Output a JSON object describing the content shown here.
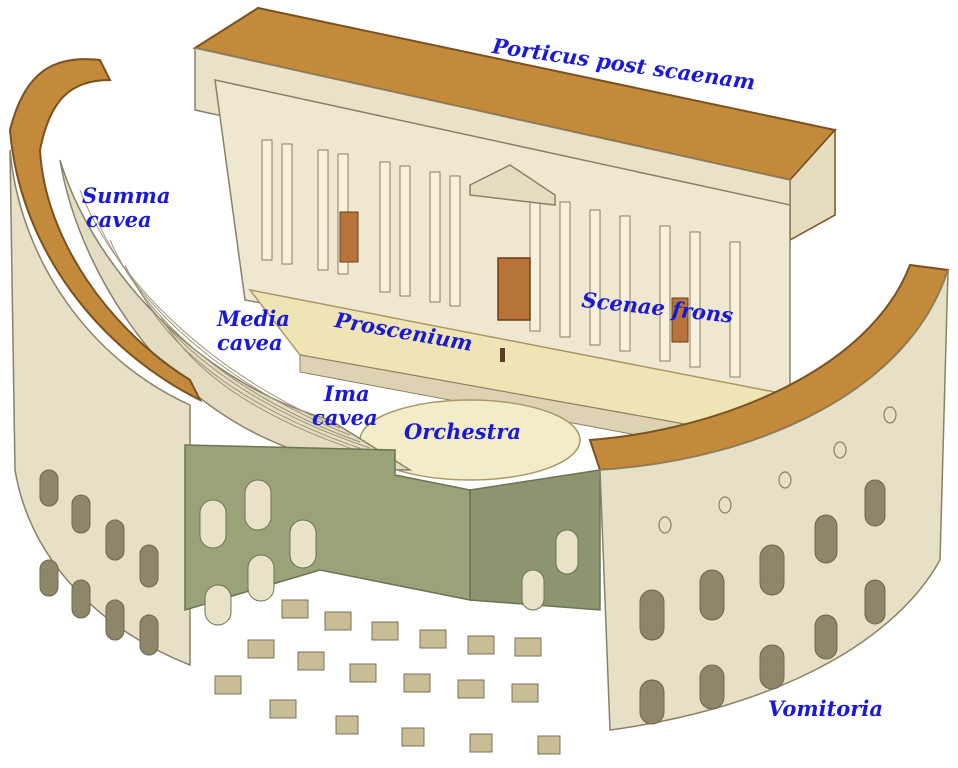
{
  "colors": {
    "label": "#1a1ad6",
    "roof": "#c48a3c",
    "roof_dark": "#9a6424",
    "stone": "#ece4cc",
    "stone_shade": "#d6ccb0",
    "stone_dark": "#a8a082",
    "ground_green": "#9aa27a",
    "ground_green_dark": "#7c845e",
    "floor": "#efe4b4",
    "door": "#b8733a"
  },
  "labels": {
    "porticus": "Porticus post scaenam",
    "summa_1": "Summa",
    "summa_2": "cavea",
    "media_1": "Media",
    "media_2": "cavea",
    "proscenium": "Proscenium",
    "scenae": "Scenae frons",
    "ima_1": "Ima",
    "ima_2": "cavea",
    "orchestra": "Orchestra",
    "vomitoria": "Vomitoria"
  }
}
